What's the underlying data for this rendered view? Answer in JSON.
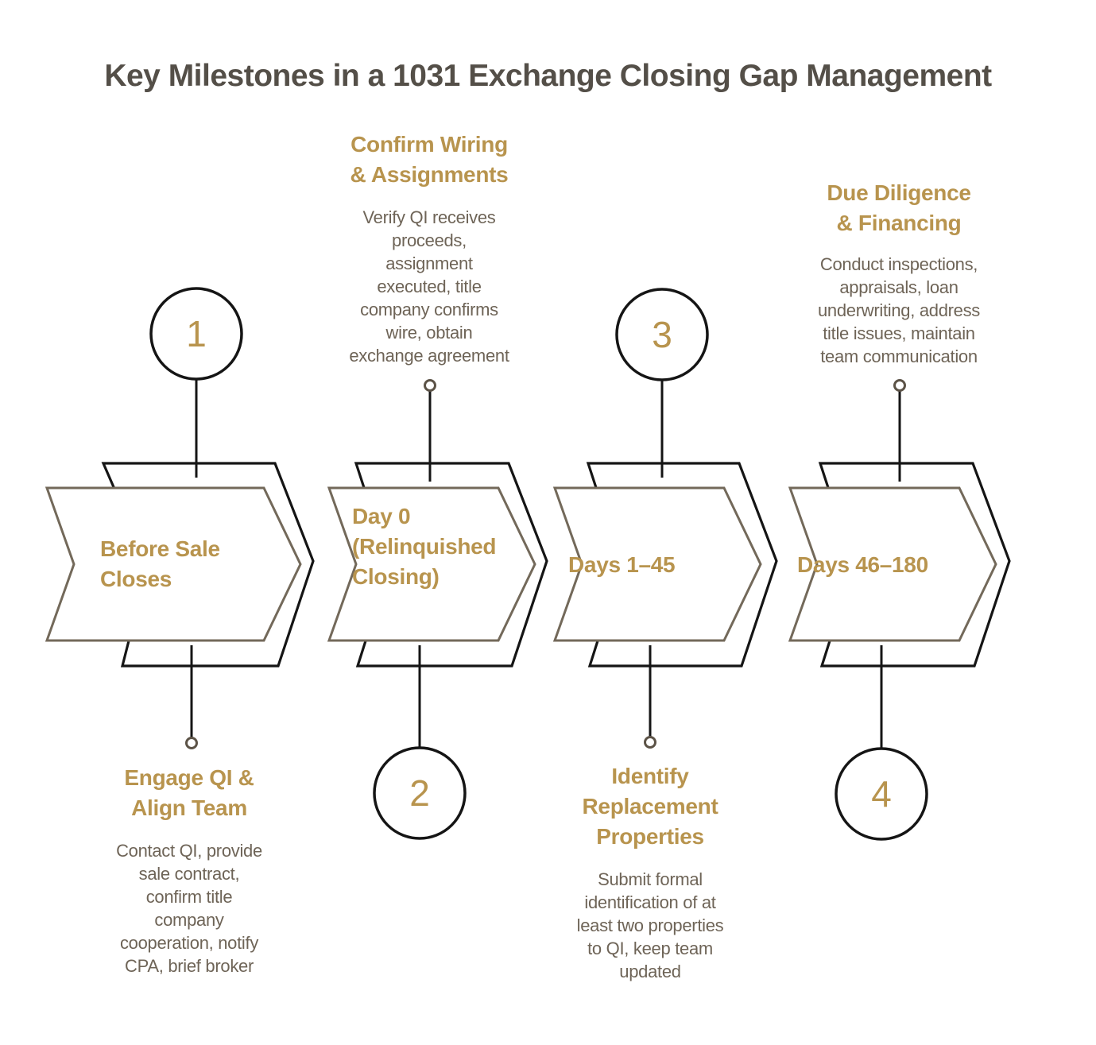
{
  "title": "Key Milestones in a 1031 Exchange Closing Gap Management",
  "colors": {
    "gold": "#b8944e",
    "tan": "#73695a",
    "ink": "#151515",
    "text": "#6e6457",
    "title": "#544f48",
    "dot": "#5c5347",
    "bg": "#ffffff"
  },
  "milestones": [
    {
      "number": "1",
      "label": "Before Sale\nCloses",
      "callout_position": "bottom",
      "callout_heading": "Engage QI &\nAlign Team",
      "callout_body": "Contact QI, provide\nsale contract,\nconfirm title\ncompany\ncooperation, notify\nCPA, brief broker"
    },
    {
      "number": "2",
      "label": "Day 0\n(Relinquished\nClosing)",
      "callout_position": "top",
      "callout_heading": "Confirm Wiring\n& Assignments",
      "callout_body": "Verify QI receives\nproceeds,\nassignment\nexecuted, title\ncompany confirms\nwire, obtain\nexchange agreement"
    },
    {
      "number": "3",
      "label": "Days 1–45",
      "callout_position": "bottom",
      "callout_heading": "Identify\nReplacement\nProperties",
      "callout_body": "Submit formal\nidentification of at\nleast two properties\nto QI, keep team\nupdated"
    },
    {
      "number": "4",
      "label": "Days 46–180",
      "callout_position": "top",
      "callout_heading": "Due Diligence\n& Financing",
      "callout_body": "Conduct inspections,\nappraisals, loan\nunderwriting, address\ntitle issues, maintain\nteam communication"
    }
  ]
}
